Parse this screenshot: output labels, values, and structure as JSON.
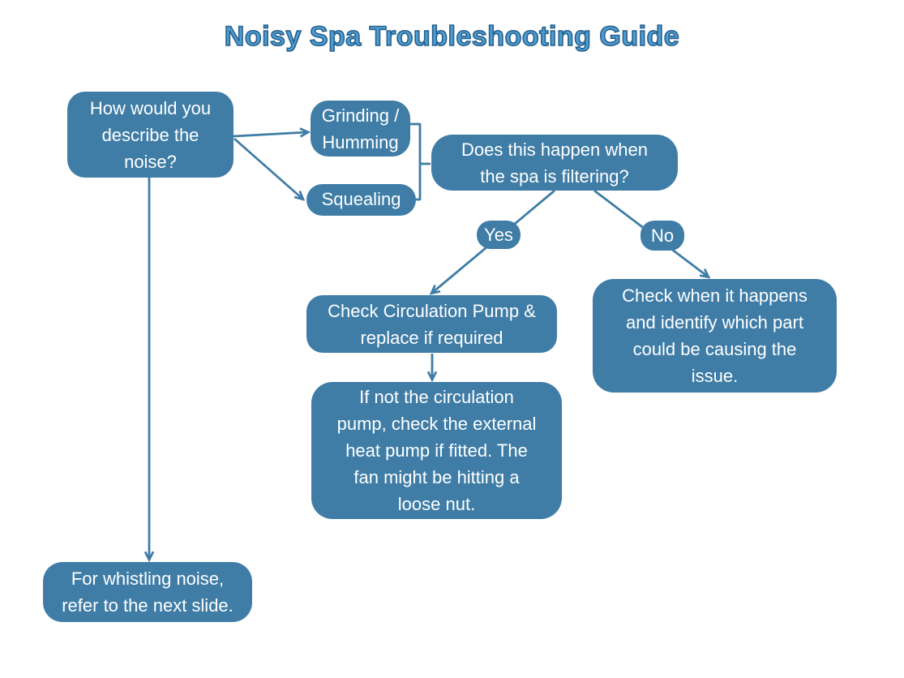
{
  "title": "Noisy Spa Troubleshooting Guide",
  "colors": {
    "node_fill": "#3f7da6",
    "node_text": "#ffffff",
    "connector": "#3f7da6",
    "title_fill": "#4f9ecf",
    "title_outline": "#26608f",
    "background": "#ffffff"
  },
  "nodes": {
    "question": {
      "label": "How would you\ndescribe the\nnoise?"
    },
    "grinding": {
      "label": "Grinding /\nHumming"
    },
    "squealing": {
      "label": "Squealing"
    },
    "filtering": {
      "label": "Does this happen when\nthe spa is filtering?"
    },
    "yes": {
      "label": "Yes"
    },
    "no": {
      "label": "No"
    },
    "circulation_pump": {
      "label": "Check Circulation Pump &\nreplace if required"
    },
    "heat_pump": {
      "label": "If not the circulation\npump, check the external\nheat pump if fitted. The\nfan might be hitting a\nloose nut."
    },
    "check_when": {
      "label": "Check when it happens\nand identify which part\ncould be causing the\nissue."
    },
    "whistling": {
      "label": "For whistling noise,\nrefer to the next slide."
    }
  }
}
